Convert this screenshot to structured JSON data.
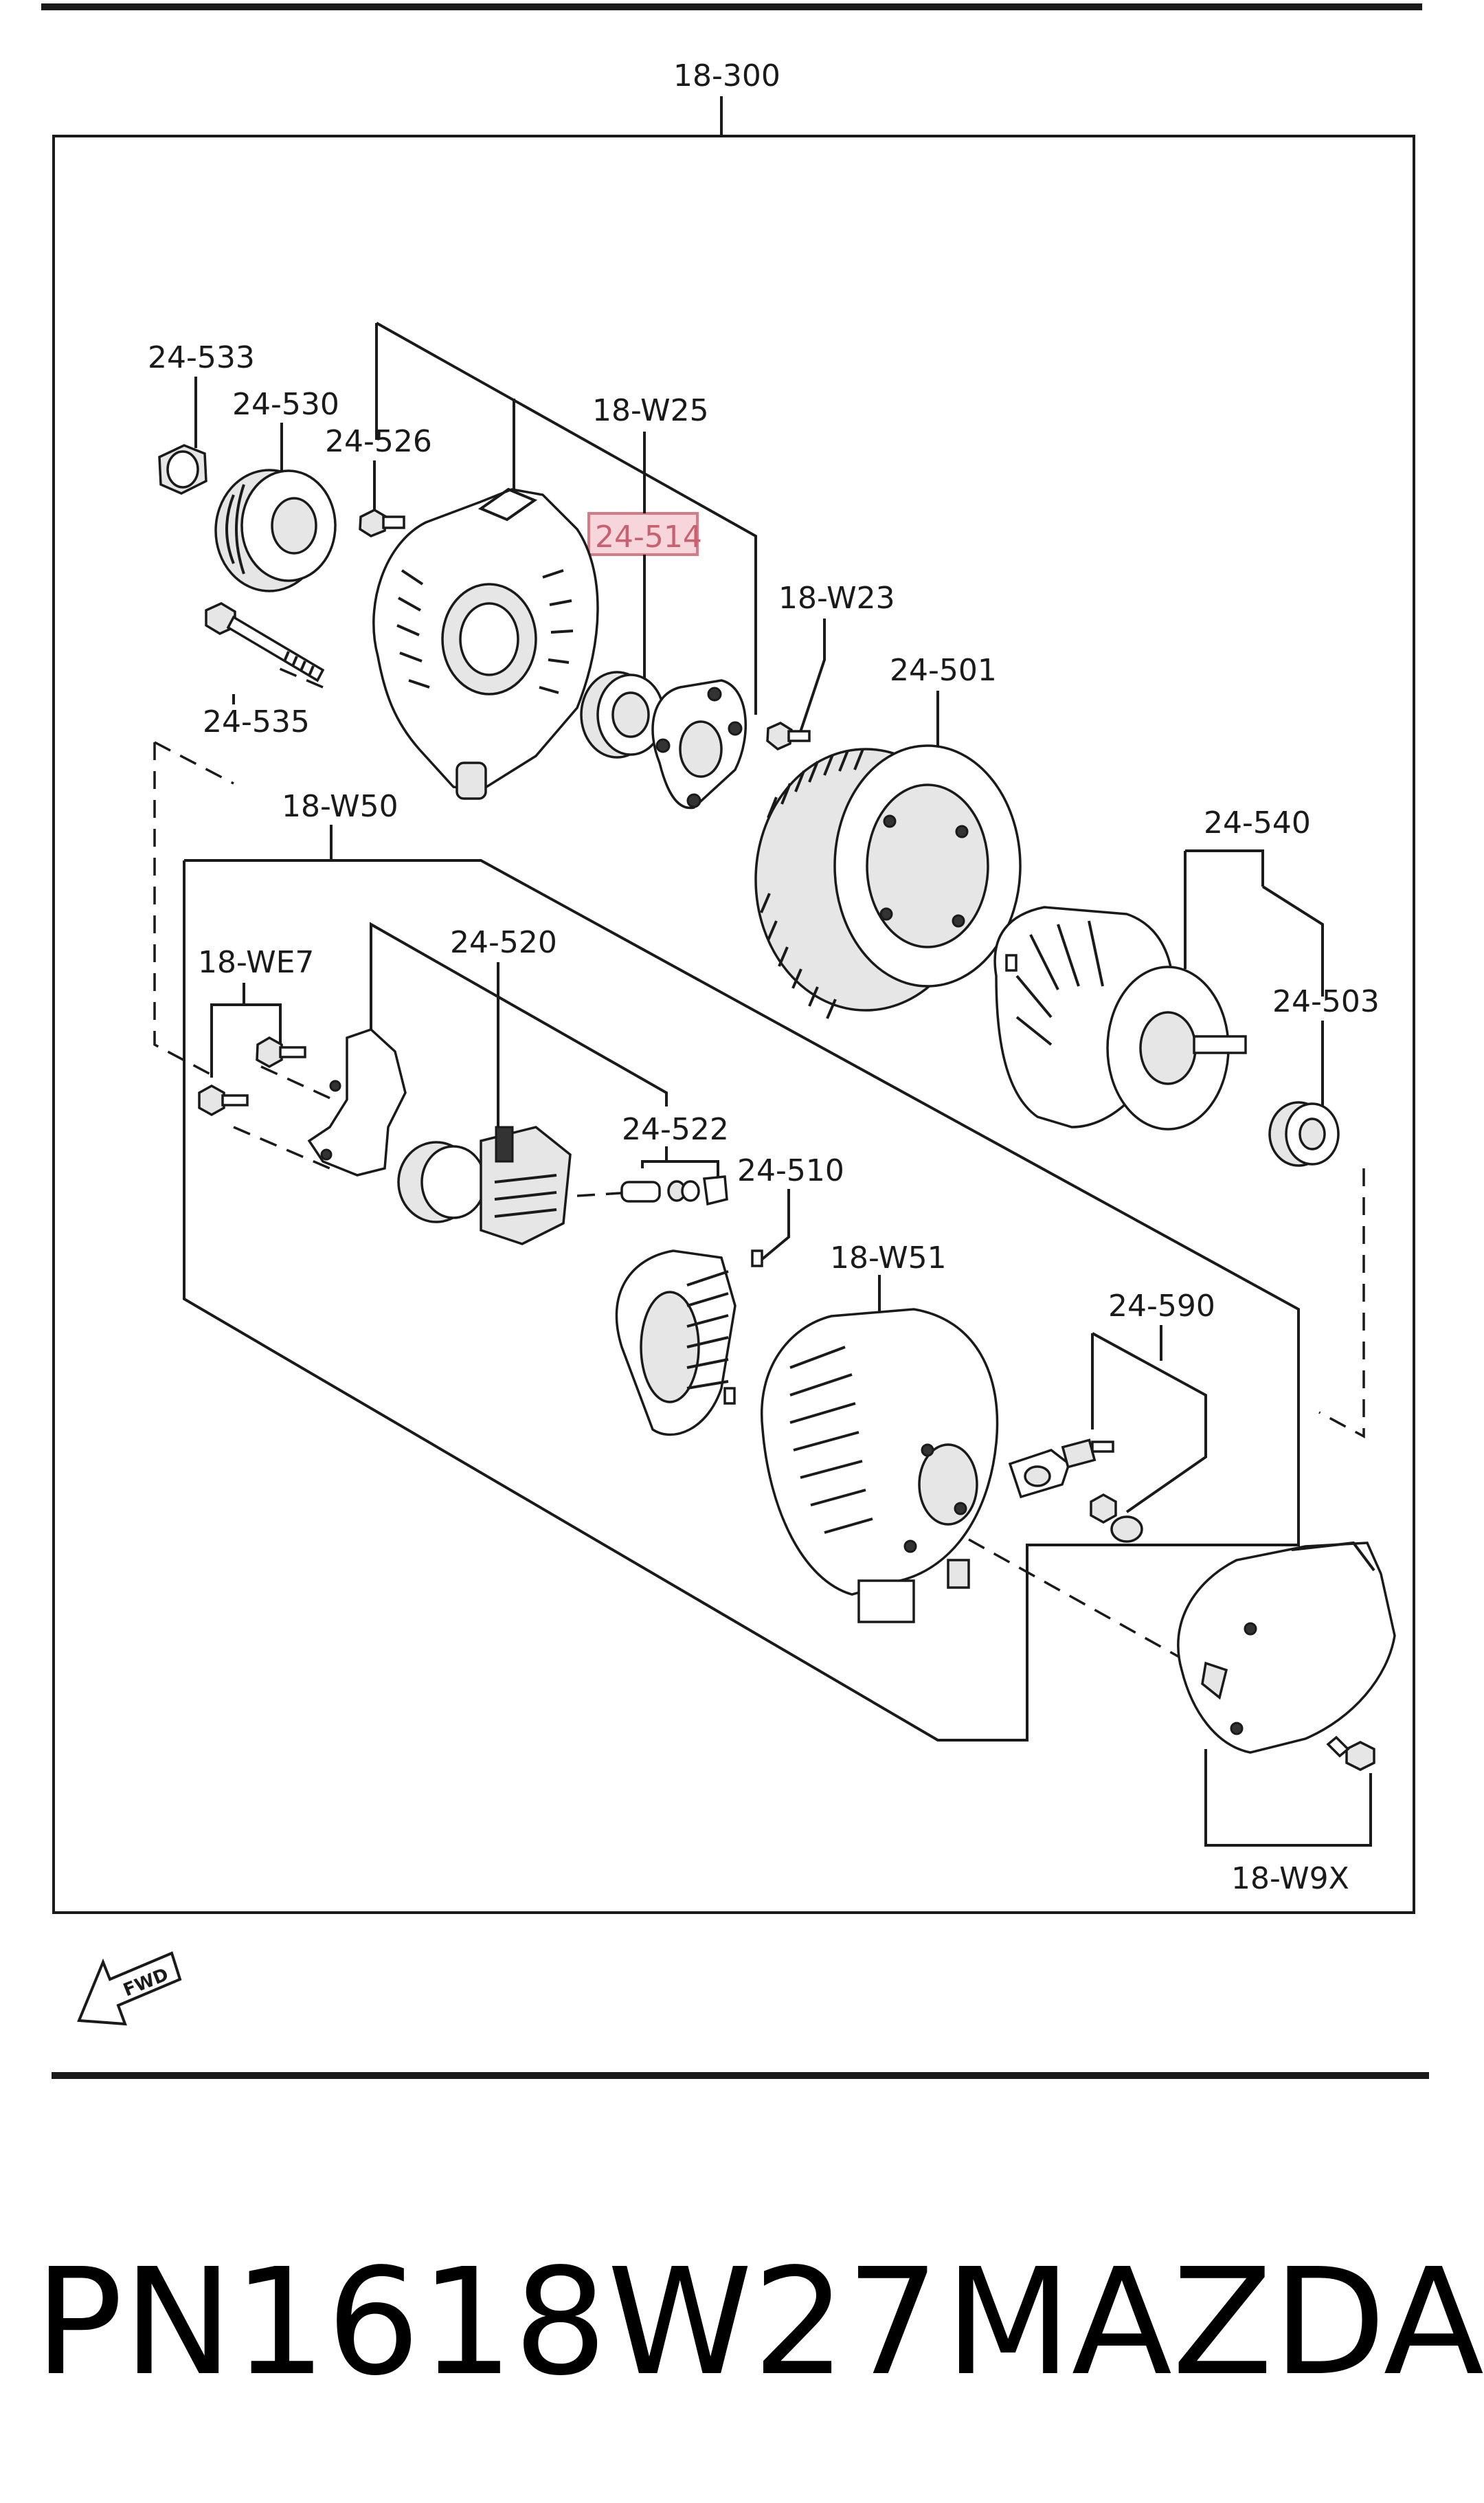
{
  "diagram": {
    "labels": {
      "p18_300": "18-300",
      "p24_533": "24-533",
      "p24_530": "24-530",
      "p24_526": "24-526",
      "p18_W25": "18-W25",
      "p24_514": "24-514",
      "p18_W23": "18-W23",
      "p24_501": "24-501",
      "p24_535": "24-535",
      "p18_W50": "18-W50",
      "p24_540": "24-540",
      "p18_WE7": "18-WE7",
      "p24_520": "24-520",
      "p24_503": "24-503",
      "p24_522": "24-522",
      "p24_510": "24-510",
      "p18_W51": "18-W51",
      "p24_590": "24-590",
      "p18_W9X": "18-W9X"
    },
    "highlighted_part": "24-514",
    "fwd": "FWD"
  },
  "caption": {
    "part_number": "PN1618W27",
    "brand": "MAZDA"
  }
}
